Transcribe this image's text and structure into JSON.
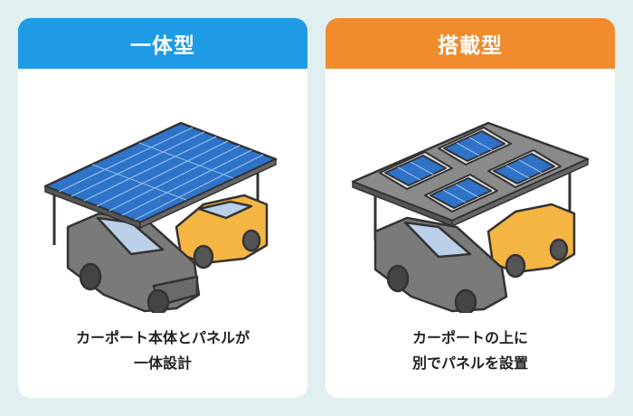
{
  "cards": [
    {
      "title": "一体型",
      "accent": "#1e9be4",
      "caption_lines": [
        "カーポート本体とパネルが",
        "一体設計"
      ],
      "illustration": "integrated-solar-carport"
    },
    {
      "title": "搭載型",
      "accent": "#f08c2d",
      "caption_lines": [
        "カーポートの上に",
        "別でパネルを設置"
      ],
      "illustration": "mounted-solar-carport"
    }
  ]
}
